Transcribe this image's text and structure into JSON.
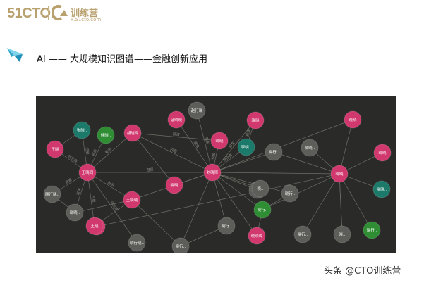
{
  "header": {
    "logo_51cto": "51CTO",
    "logo_cto": "C",
    "logo_cn": "训练营",
    "logo_url": "x.51cto.com"
  },
  "title": "AI —— 大规模知识图谱——金融创新应用",
  "watermark": "头条 @CTO训练营",
  "colors": {
    "pink": "#d1386d",
    "gray": "#5d5d59",
    "green": "#2f8e34",
    "teal": "#1c7a6a",
    "graph_bg": "#2a2a28",
    "brand": "#b8a16e",
    "accent": "#34a6c9"
  },
  "graph": {
    "nodes": [
      {
        "id": "n1",
        "label": "王晓同",
        "type": "pink"
      },
      {
        "id": "n2",
        "label": "王晓",
        "type": "pink"
      },
      {
        "id": "n3",
        "label": "王晓",
        "type": "pink"
      },
      {
        "id": "n4",
        "label": "张晓..",
        "type": "teal"
      },
      {
        "id": "n5",
        "label": "徐晓..",
        "type": "green"
      },
      {
        "id": "n6",
        "label": "胡晓晖",
        "type": "pink"
      },
      {
        "id": "n7",
        "label": "证晓晓",
        "type": "pink"
      },
      {
        "id": "n8",
        "label": "赵行晓",
        "type": "gray"
      },
      {
        "id": "n9",
        "label": "晓晓",
        "type": "pink"
      },
      {
        "id": "n10",
        "label": "晓晓",
        "type": "pink"
      },
      {
        "id": "n11",
        "label": "李晓..",
        "type": "teal"
      },
      {
        "id": "n12",
        "label": "晓行..",
        "type": "gray"
      },
      {
        "id": "n13",
        "label": "刘晓晖",
        "type": "pink"
      },
      {
        "id": "n14",
        "label": "晓晓",
        "type": "pink"
      },
      {
        "id": "n15",
        "label": "晓晓",
        "type": "pink"
      },
      {
        "id": "n16",
        "label": "晓行晓..",
        "type": "gray"
      },
      {
        "id": "n17",
        "label": "晓晓",
        "type": "pink"
      },
      {
        "id": "n18",
        "label": "赵行..",
        "type": "gray"
      },
      {
        "id": "n19",
        "label": "晓..",
        "type": "gray"
      },
      {
        "id": "n20",
        "label": "王晓晓",
        "type": "pink"
      },
      {
        "id": "n21",
        "label": "王晓",
        "type": "pink"
      },
      {
        "id": "n22",
        "label": "晓行..",
        "type": "gray"
      },
      {
        "id": "n23",
        "label": "晓行晓..",
        "type": "gray"
      },
      {
        "id": "n24",
        "label": "晓晓..",
        "type": "gray"
      },
      {
        "id": "n25",
        "label": "晓行..",
        "type": "gray"
      },
      {
        "id": "n26",
        "label": "晓行..",
        "type": "gray"
      },
      {
        "id": "n27",
        "label": "晓行..",
        "type": "green"
      },
      {
        "id": "n28",
        "label": "晓晓晖",
        "type": "pink"
      },
      {
        "id": "n29",
        "label": "晓晓..",
        "type": "gray"
      },
      {
        "id": "n30",
        "label": "晓行..",
        "type": "gray"
      },
      {
        "id": "n31",
        "label": "晓..",
        "type": "gray"
      },
      {
        "id": "n32",
        "label": "晓晓",
        "type": "pink"
      },
      {
        "id": "n33",
        "label": "晓晓人..",
        "type": "gray"
      },
      {
        "id": "n34",
        "label": "晓行..",
        "type": "green"
      },
      {
        "id": "n35",
        "label": "晓晓..",
        "type": "teal"
      }
    ],
    "edges": [
      [
        "n1",
        "n2"
      ],
      [
        "n1",
        "n4"
      ],
      [
        "n1",
        "n5"
      ],
      [
        "n1",
        "n6"
      ],
      [
        "n1",
        "n16"
      ],
      [
        "n1",
        "n23"
      ],
      [
        "n1",
        "n21"
      ],
      [
        "n1",
        "n13"
      ],
      [
        "n1",
        "n20"
      ],
      [
        "n1",
        "n24"
      ],
      [
        "n6",
        "n13"
      ],
      [
        "n6",
        "n9"
      ],
      [
        "n7",
        "n13"
      ],
      [
        "n8",
        "n13"
      ],
      [
        "n9",
        "n13"
      ],
      [
        "n10",
        "n11"
      ],
      [
        "n10",
        "n13"
      ],
      [
        "n11",
        "n13"
      ],
      [
        "n12",
        "n13"
      ],
      [
        "n13",
        "n14"
      ],
      [
        "n13",
        "n15"
      ],
      [
        "n13",
        "n17"
      ],
      [
        "n13",
        "n18"
      ],
      [
        "n13",
        "n19"
      ],
      [
        "n13",
        "n22"
      ],
      [
        "n13",
        "n25"
      ],
      [
        "n13",
        "n28"
      ],
      [
        "n13",
        "n26"
      ],
      [
        "n13",
        "n27"
      ],
      [
        "n13",
        "n20"
      ],
      [
        "n14",
        "n15"
      ],
      [
        "n14",
        "n12"
      ],
      [
        "n14",
        "n30"
      ],
      [
        "n14",
        "n31"
      ],
      [
        "n14",
        "n32"
      ],
      [
        "n14",
        "n33"
      ],
      [
        "n14",
        "n34"
      ],
      [
        "n14",
        "n35"
      ],
      [
        "n14",
        "n3"
      ],
      [
        "n14",
        "n29"
      ],
      [
        "n14",
        "n27"
      ],
      [
        "n20",
        "n24"
      ],
      [
        "n20",
        "n21"
      ],
      [
        "n20",
        "n25"
      ],
      [
        "n25",
        "n26"
      ],
      [
        "n22",
        "n27"
      ],
      [
        "n28",
        "n27"
      ],
      [
        "n17",
        "n6"
      ],
      [
        "n16",
        "n24"
      ],
      [
        "n2",
        "n4"
      ]
    ],
    "edge_labels": [
      "供应商",
      "控股",
      "担保",
      "投资",
      "高管",
      "供应商",
      "控股",
      "担保",
      "投资",
      "担保",
      "控股",
      "投资",
      "高管",
      "股东",
      "控股",
      "担保",
      "股东",
      "供应商"
    ]
  }
}
